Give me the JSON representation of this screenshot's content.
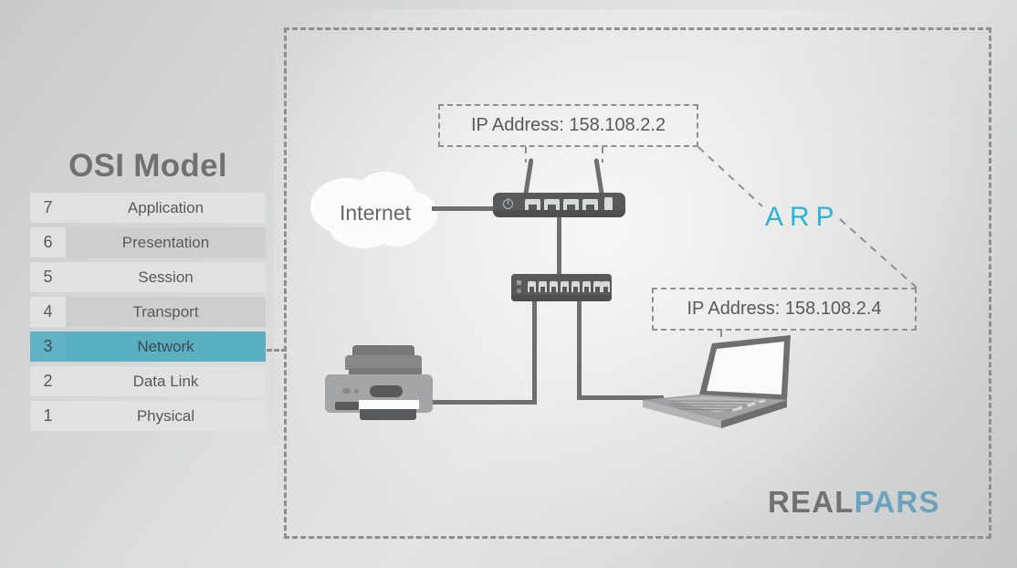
{
  "osi": {
    "title": "OSI Model",
    "layers": [
      {
        "num": "7",
        "name": "Application",
        "tone": "a",
        "active": false
      },
      {
        "num": "6",
        "name": "Presentation",
        "tone": "b",
        "active": false
      },
      {
        "num": "5",
        "name": "Session",
        "tone": "a",
        "active": false
      },
      {
        "num": "4",
        "name": "Transport",
        "tone": "b",
        "active": false
      },
      {
        "num": "3",
        "name": "Network",
        "tone": "b",
        "active": true
      },
      {
        "num": "2",
        "name": "Data Link",
        "tone": "a",
        "active": false
      },
      {
        "num": "1",
        "name": "Physical",
        "tone": "a",
        "active": false
      }
    ]
  },
  "diagram": {
    "cloud_label": "Internet",
    "protocol_label": "ARP",
    "ip_label_router": "IP Address: 158.108.2.2",
    "ip_label_laptop": "IP Address: 158.108.2.4",
    "devices": {
      "router": "wireless-router",
      "switch": "network-switch",
      "printer": "network-printer",
      "laptop": "laptop-computer"
    }
  },
  "logo": {
    "part1": "REAL",
    "part2": "PARS"
  },
  "colors": {
    "accent_teal": "#5aafc0",
    "arp_cyan": "#2bb3d6",
    "logo_blue": "#6ba3bf",
    "text_gray": "#58595b",
    "device_dark": "#58595b",
    "wire": "#6d6f70",
    "dashed_border": "#8d8f90"
  }
}
